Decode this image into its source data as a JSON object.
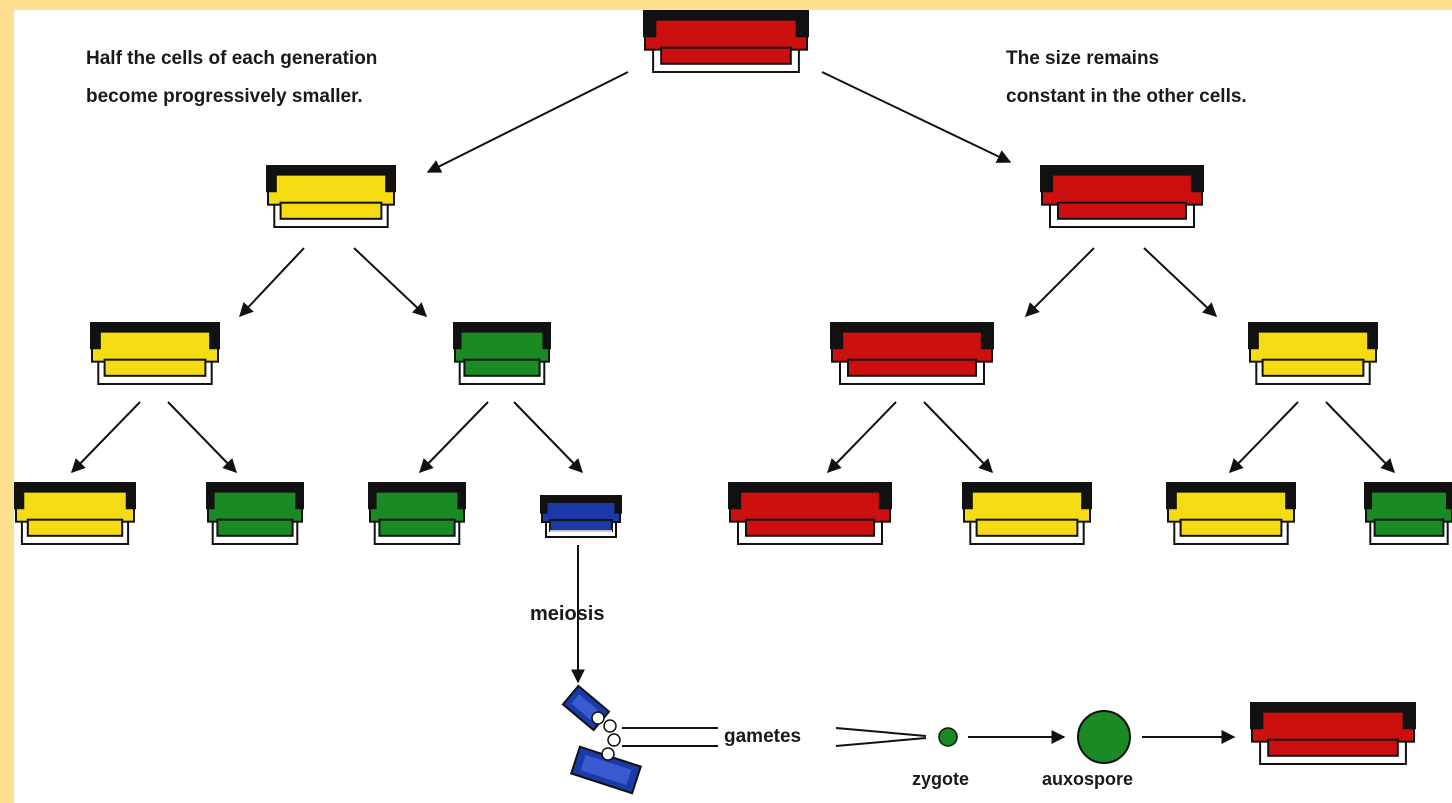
{
  "colors": {
    "background": "#ffffff",
    "frame": "#fddf8f",
    "red": "#cc1010",
    "yellow": "#f5dc12",
    "green": "#1a8a24",
    "blue": "#1a3aa8",
    "outline": "#111111"
  },
  "annotations": {
    "left_line1": "Half the cells of each generation",
    "left_line2": "become progressively smaller.",
    "right_line1": "The size remains",
    "right_line2": "constant in the other cells."
  },
  "labels": {
    "meiosis": "meiosis",
    "gametes": "gametes",
    "zygote": "zygote",
    "auxospore": "auxospore"
  },
  "cells": [
    {
      "id": "root",
      "color": "red"
    },
    {
      "id": "gen1-left",
      "color": "yellow"
    },
    {
      "id": "gen1-right",
      "color": "red"
    },
    {
      "id": "gen2-a",
      "color": "yellow"
    },
    {
      "id": "gen2-b",
      "color": "green"
    },
    {
      "id": "gen2-c",
      "color": "red"
    },
    {
      "id": "gen2-d",
      "color": "yellow"
    },
    {
      "id": "gen3-a",
      "color": "yellow"
    },
    {
      "id": "gen3-b",
      "color": "green"
    },
    {
      "id": "gen3-c",
      "color": "green"
    },
    {
      "id": "gen3-d",
      "color": "blue"
    },
    {
      "id": "gen3-e",
      "color": "red"
    },
    {
      "id": "gen3-f",
      "color": "yellow"
    },
    {
      "id": "gen3-g",
      "color": "yellow"
    },
    {
      "id": "gen3-h",
      "color": "green"
    },
    {
      "id": "restored",
      "color": "red"
    }
  ]
}
